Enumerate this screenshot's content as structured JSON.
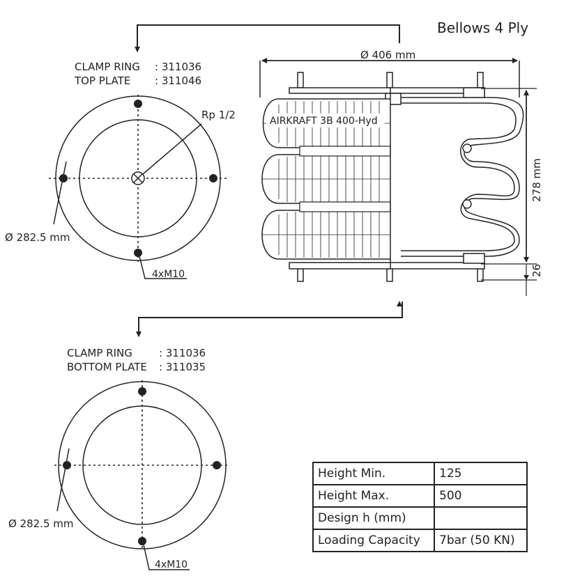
{
  "title": "Bellows 4 Ply",
  "top_plate": {
    "line1_label": "CLAMP RING",
    "line1_value": ": 311036",
    "line2_label": "TOP PLATE",
    "line2_value": ": 311046",
    "port": "Rp 1/2",
    "diameter": "Ø 282.5 mm",
    "bolts": "4xM10"
  },
  "bottom_plate": {
    "line1_label": "CLAMP RING",
    "line1_value": ": 311036",
    "line2_label": "BOTTOM PLATE",
    "line2_value": ": 311035",
    "diameter": "Ø 282.5 mm",
    "bolts": "4xM10"
  },
  "bellows": {
    "outer_diameter": "Ø 406 mm",
    "height": "278 mm",
    "plate_height": "26",
    "model": "AIRKRAFT 3B 400-Hyd"
  },
  "specs": [
    {
      "label": "Height Min.",
      "value": "125"
    },
    {
      "label": "Height Max.",
      "value": "500"
    },
    {
      "label": "Design h (mm)",
      "value": ""
    },
    {
      "label": "Loading Capacity",
      "value": "7bar (50 KN)"
    }
  ]
}
